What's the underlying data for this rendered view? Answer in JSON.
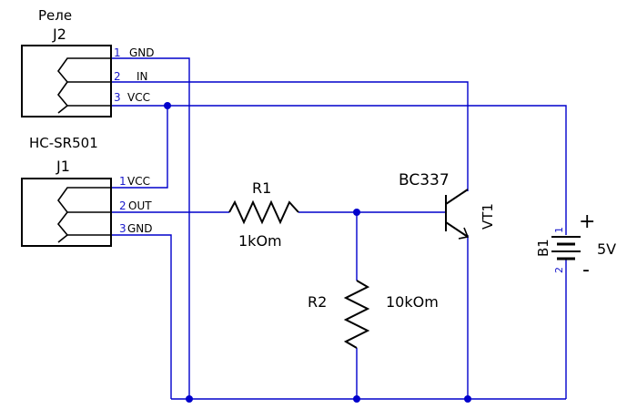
{
  "colors": {
    "wire": "#0000cc",
    "component": "#000000",
    "pin_number": "#1a1acc",
    "background": "#ffffff"
  },
  "connectors": {
    "j2": {
      "caption": "Реле",
      "ref": "J2",
      "pins": [
        {
          "num": "1",
          "name": "GND"
        },
        {
          "num": "2",
          "name": "IN"
        },
        {
          "num": "3",
          "name": "VCC"
        }
      ]
    },
    "j1": {
      "caption": "HC-SR501",
      "ref": "J1",
      "pins": [
        {
          "num": "1",
          "name": "VCC"
        },
        {
          "num": "2",
          "name": "OUT"
        },
        {
          "num": "3",
          "name": "GND"
        }
      ]
    }
  },
  "resistors": {
    "r1": {
      "ref": "R1",
      "value": "1kOm"
    },
    "r2": {
      "ref": "R2",
      "value": "10kOm"
    }
  },
  "transistor": {
    "ref": "VT1",
    "model": "BC337"
  },
  "battery": {
    "ref": "B1",
    "value": "5V",
    "pin_plus": "1",
    "pin_minus": "2",
    "plus_sign": "+",
    "minus_sign": "-"
  }
}
